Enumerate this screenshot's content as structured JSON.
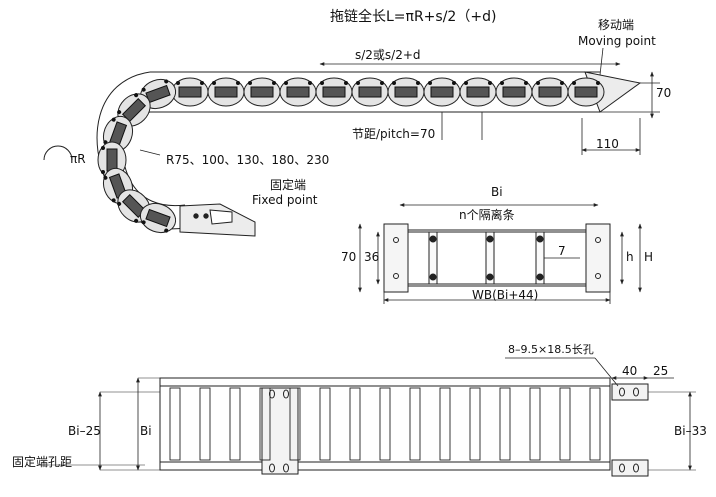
{
  "title": "拖链全长L=πR+s/2（+d)",
  "moving_end": {
    "cn": "移动端",
    "en": "Moving point"
  },
  "fixed_end": {
    "cn": "固定端",
    "en": "Fixed point"
  },
  "length_label": "s/2或s/2+d",
  "pitch_label": "节距/pitch=70",
  "radius_symbol": "πR",
  "radius_options": "R75、100、130、180、230",
  "dim_70_side": "70",
  "dim_110": "110",
  "cross_section": {
    "bi": "Bi",
    "separators": "n个隔离条",
    "h70": "70",
    "h36": "36",
    "d7": "7",
    "h_inner": "h",
    "h_outer": "H",
    "wb": "WB(Bi+44)"
  },
  "plan_view": {
    "slot": "8–9.5×18.5长孔",
    "d40": "40",
    "d25": "25",
    "bi_minus_25": "Bi–25",
    "bi": "Bi",
    "bi_minus_33": "Bi–33",
    "fixed_hole_pitch": "固定端孔距"
  }
}
